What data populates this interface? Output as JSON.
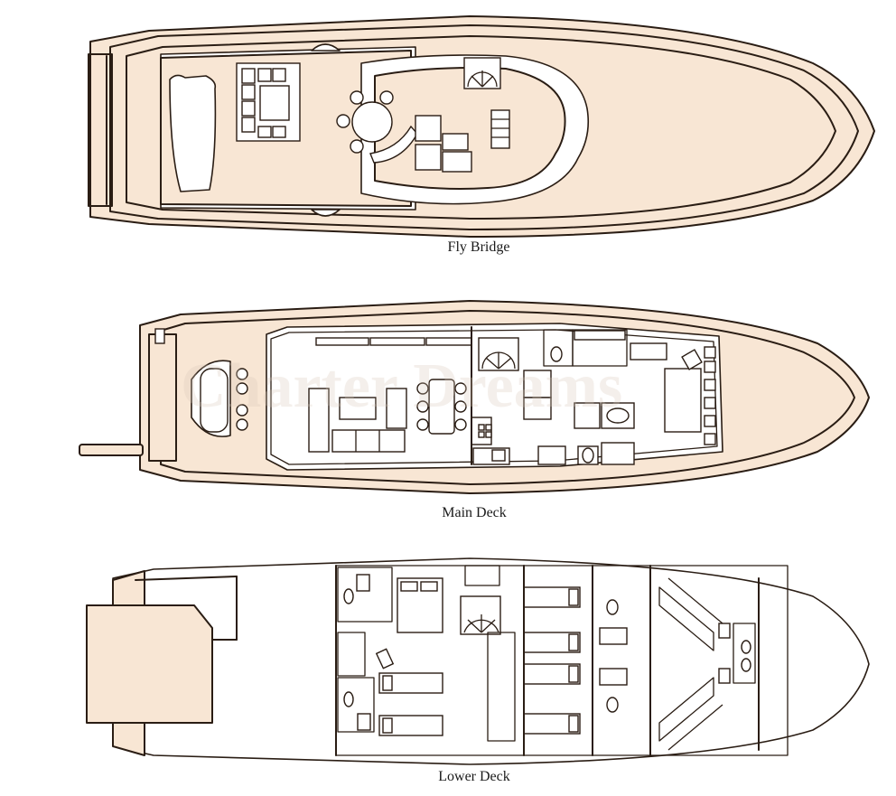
{
  "decks": [
    {
      "id": "fly-bridge",
      "label": "Fly Bridge"
    },
    {
      "id": "main-deck",
      "label": "Main Deck"
    },
    {
      "id": "lower-deck",
      "label": "Lower Deck"
    }
  ],
  "watermark": "Charter Dreams",
  "colors": {
    "deck_fill": "#f8e6d4",
    "line": "#2a1d14",
    "background": "#ffffff"
  }
}
